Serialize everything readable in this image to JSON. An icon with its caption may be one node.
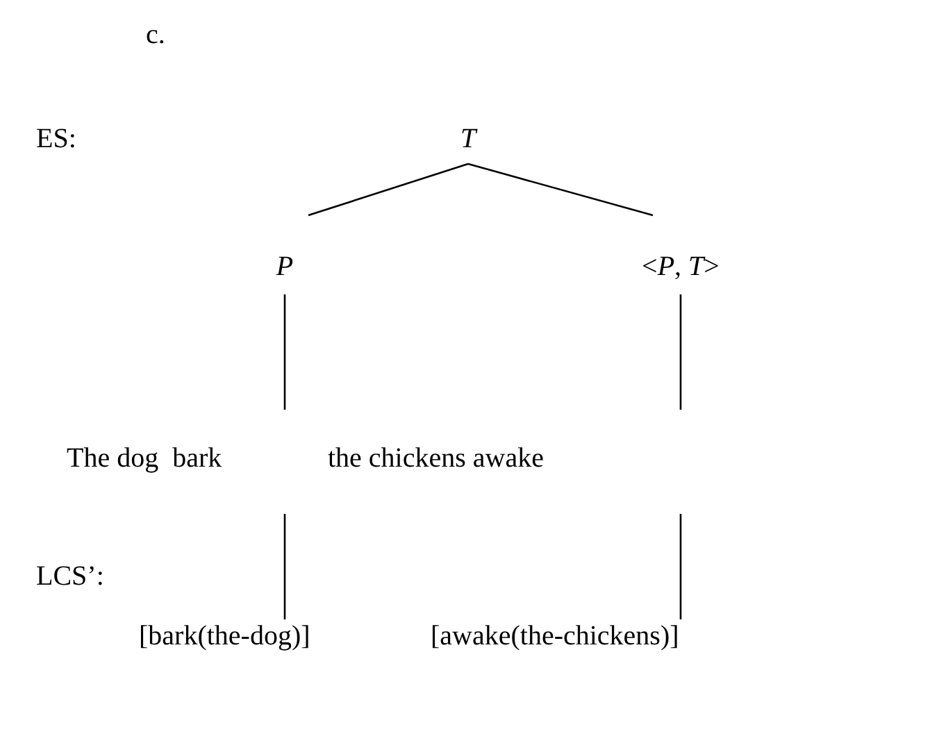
{
  "diagram": {
    "nodes": [
      {
        "text": [
          "*T*"
        ]
      },
      {
        "text": [
          "*P*"
        ]
      },
      {
        "text": [
          "<*P*, *T*>"
        ]
      },
      {
        "text": [
          "The dog  bark"
        ]
      },
      {
        "text": [
          "the chickens awake"
        ]
      },
      {
        "text": [
          "[bark(the-dog)]"
        ]
      },
      {
        "text": [
          "[awake(the-chickens)]"
        ]
      }
    ],
    "edges": [
      {
        "from": 0,
        "to": 1,
        "arrow": "none"
      },
      {
        "from": 0,
        "to": 2,
        "arrow": "none"
      },
      {
        "from": 1,
        "to": null,
        "arrow": "none"
      },
      {
        "from": 2,
        "to": null,
        "arrow": "none"
      },
      {
        "from": null,
        "to": 5,
        "arrow": "none"
      },
      {
        "from": null,
        "to": 6,
        "arrow": "none"
      }
    ],
    "labels": [
      "c.",
      "ES:",
      "LCS’:"
    ]
  }
}
